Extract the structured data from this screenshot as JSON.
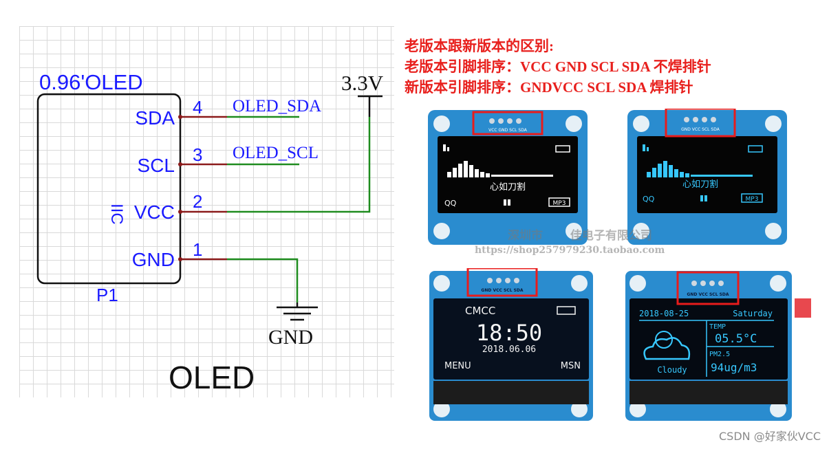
{
  "schematic": {
    "chip_title": "0.96'OLED",
    "chip_subtitle": "IIC",
    "designator": "P1",
    "caption": "OLED",
    "pins": [
      {
        "number": "4",
        "name": "SDA",
        "net": "OLED_SDA"
      },
      {
        "number": "3",
        "name": "SCL",
        "net": "OLED_SCL"
      },
      {
        "number": "2",
        "name": "VCC",
        "net": ""
      },
      {
        "number": "1",
        "name": "GND",
        "net": ""
      }
    ],
    "power_label": "3.3V",
    "ground_label": "GND",
    "colors": {
      "chip": "#1a1aff",
      "pin_wire": "#8b1a1a",
      "net_wire": "#1e8c1e"
    }
  },
  "notes": {
    "line1": "老版本跟新版本的区别:",
    "line2": "老版本引脚排序：VCC GND SCL SDA 不焊排针",
    "line3": "新版本引脚排序：GNDVCC SCL SDA 焊排针"
  },
  "modules": {
    "top_left": {
      "header_pins": "VCC GND SCL SDA",
      "lyric": "心如刀割",
      "left": "QQ",
      "right": "MP3",
      "display_color": "#ffffff"
    },
    "top_right": {
      "header_pins": "GND VCC SCL SDA",
      "lyric": "心如刀割",
      "left": "QQ",
      "right": "MP3",
      "display_color": "#37c8ff"
    },
    "bottom_left": {
      "header_pins": "GND VCC SCL SDA",
      "carrier": "CMCC",
      "time": "18:50",
      "date": "2018.06.06",
      "menu": "MENU",
      "msn": "MSN"
    },
    "bottom_right": {
      "header_pins": "GND VCC SCL SDA",
      "date": "2018-08-25",
      "day": "Saturday",
      "temp_label": "TEMP",
      "temp_value": "05.5°C",
      "pm_label": "PM2.5",
      "pm_value": "94ug/m3",
      "weather": "Cloudy"
    }
  },
  "shop_watermark": {
    "line1": "深圳市 　　佳电子有限公司",
    "line2": "https://shop257979230.taobao.com"
  },
  "footer_watermark": "CSDN @好家伙VCC"
}
